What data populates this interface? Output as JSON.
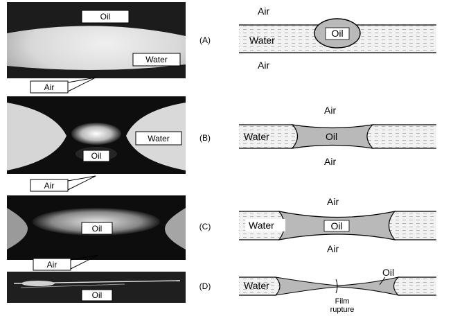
{
  "colors": {
    "water_fill": "#efefef",
    "oil_fill": "#b9b9b9",
    "photo_dark": "#111111",
    "photo_light": "#e4e4e4"
  },
  "panels": [
    {
      "tag": "(A)",
      "photo_labels": {
        "oil": "Oil",
        "water": "Water"
      },
      "schematic_labels": {
        "air_top": "Air",
        "water": "Water",
        "oil": "Oil",
        "air_bottom": "Air"
      }
    },
    {
      "tag": "(B)",
      "callout_air": "Air",
      "photo_labels": {
        "oil": "Oil",
        "water": "Water"
      },
      "schematic_labels": {
        "air_top": "Air",
        "water": "Water",
        "oil": "Oil",
        "air_bottom": "Air"
      }
    },
    {
      "tag": "(C)",
      "callout_air": "Air",
      "photo_labels": {
        "oil": "Oil"
      },
      "schematic_labels": {
        "air_top": "Air",
        "water": "Water",
        "oil": "Oil",
        "air_bottom": "Air"
      }
    },
    {
      "tag": "(D)",
      "callout_air": "Air",
      "photo_labels": {
        "oil": "Oil"
      },
      "schematic_labels": {
        "water": "Water",
        "oil": "Oil",
        "rupture_line1": "Film",
        "rupture_line2": "rupture"
      }
    }
  ]
}
